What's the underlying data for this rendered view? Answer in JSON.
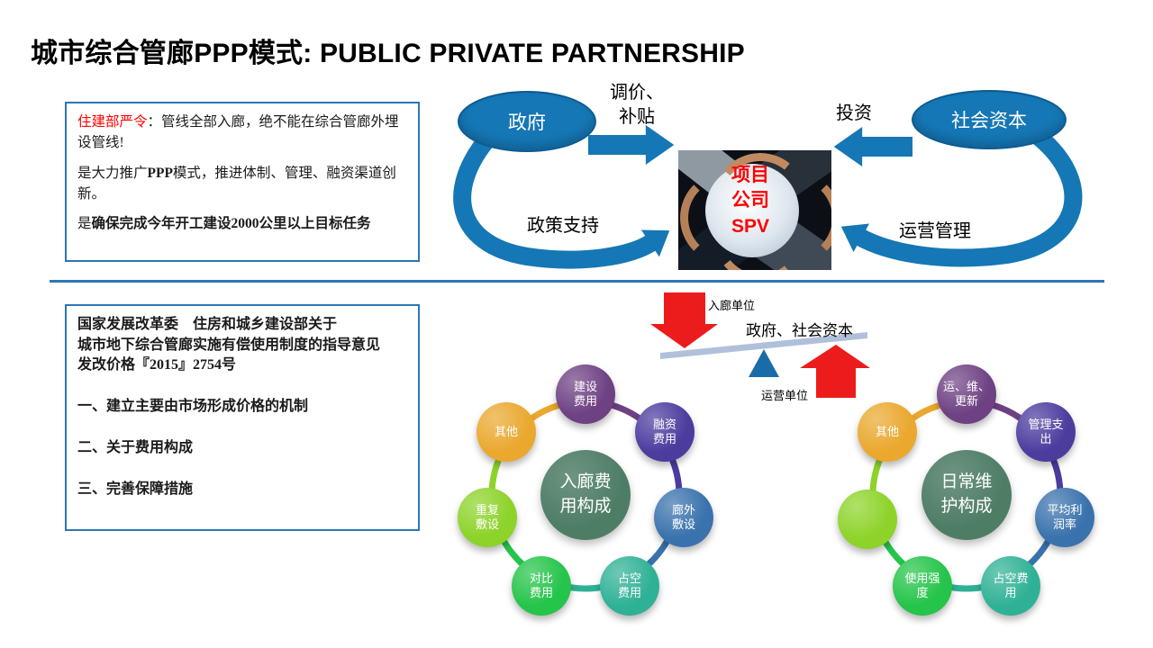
{
  "slide": {
    "title": "城市综合管廊PPP模式: PUBLIC PRIVATE PARTNERSHIP"
  },
  "mandate_box": {
    "p1_highlight": "住建部严令",
    "p1_rest": "：管线全部入廊，绝不能在综合管廊外埋设管线!",
    "p2_pre": "是大力推广",
    "p2_bold": "PPP",
    "p2_post": "模式，推进体制、管理、融资渠道创新。",
    "p3_pre": "是",
    "p3_bold": "确保完成今年开工建设2000公里以上目标任务"
  },
  "ppp": {
    "government": "政府",
    "social_capital": "社会资本",
    "price_line1": "调价、",
    "price_line2": "补贴",
    "invest": "投资",
    "policy": "政策支持",
    "operate": "运营管理",
    "spv_line1": "项目",
    "spv_line2": "公司",
    "spv_line3": "SPV"
  },
  "policy_box": {
    "line1": "国家发展改革委　住房和城乡建设部关于",
    "line2": "城市地下综合管廊实施有偿使用制度的指导意见",
    "line3": "发改价格『2015』2754号",
    "item1": "一、建立主要由市场形成价格的机制",
    "item2": "二、关于费用构成",
    "item3": "三、完善保障措施"
  },
  "seesaw": {
    "down_label": "入廊单位",
    "beam_label": "政府、社会资本",
    "up_label": "运营单位"
  },
  "rings": {
    "left": {
      "center_line1": "入廊费",
      "center_line2": "用构成",
      "items": [
        {
          "line1": "建设",
          "line2": "费用",
          "color": "#6e4183"
        },
        {
          "line1": "融资",
          "line2": "费用",
          "color": "#4b3c9e"
        },
        {
          "line1": "廊外",
          "line2": "敷设",
          "color": "#3a72ad"
        },
        {
          "line1": "占空",
          "line2": "费用",
          "color": "#2fb195"
        },
        {
          "line1": "对比",
          "line2": "费用",
          "color": "#25c44a"
        },
        {
          "line1": "重复",
          "line2": "敷设",
          "color": "#8dd32a"
        },
        {
          "line1": "其他",
          "line2": "",
          "color": "#eaa82e"
        }
      ]
    },
    "right": {
      "center_line1": "日常维",
      "center_line2": "护构成",
      "items": [
        {
          "line1": "运、维、",
          "line2": "更新",
          "color": "#6e4183"
        },
        {
          "line1": "管理支",
          "line2": "出",
          "color": "#4b3c9e"
        },
        {
          "line1": "平均利",
          "line2": "润率",
          "color": "#3a72ad"
        },
        {
          "line1": "占空费",
          "line2": "用",
          "color": "#2fb195"
        },
        {
          "line1": "使用强",
          "line2": "度",
          "color": "#25c44a"
        },
        {
          "line1": "",
          "line2": "",
          "color": "#8dd32a"
        },
        {
          "line1": "其他",
          "line2": "",
          "color": "#eaa82e"
        }
      ]
    }
  },
  "palette": {
    "accent_blue": "#1577b5",
    "border_blue": "#2e75b6",
    "highlight_red": "#ff0000",
    "arrow_red": "#ed1c1c",
    "beam_gray_blue": "#b0c0da",
    "fulcrum_blue": "#1a6ca8",
    "ring_center_green": "#4e7d66"
  }
}
